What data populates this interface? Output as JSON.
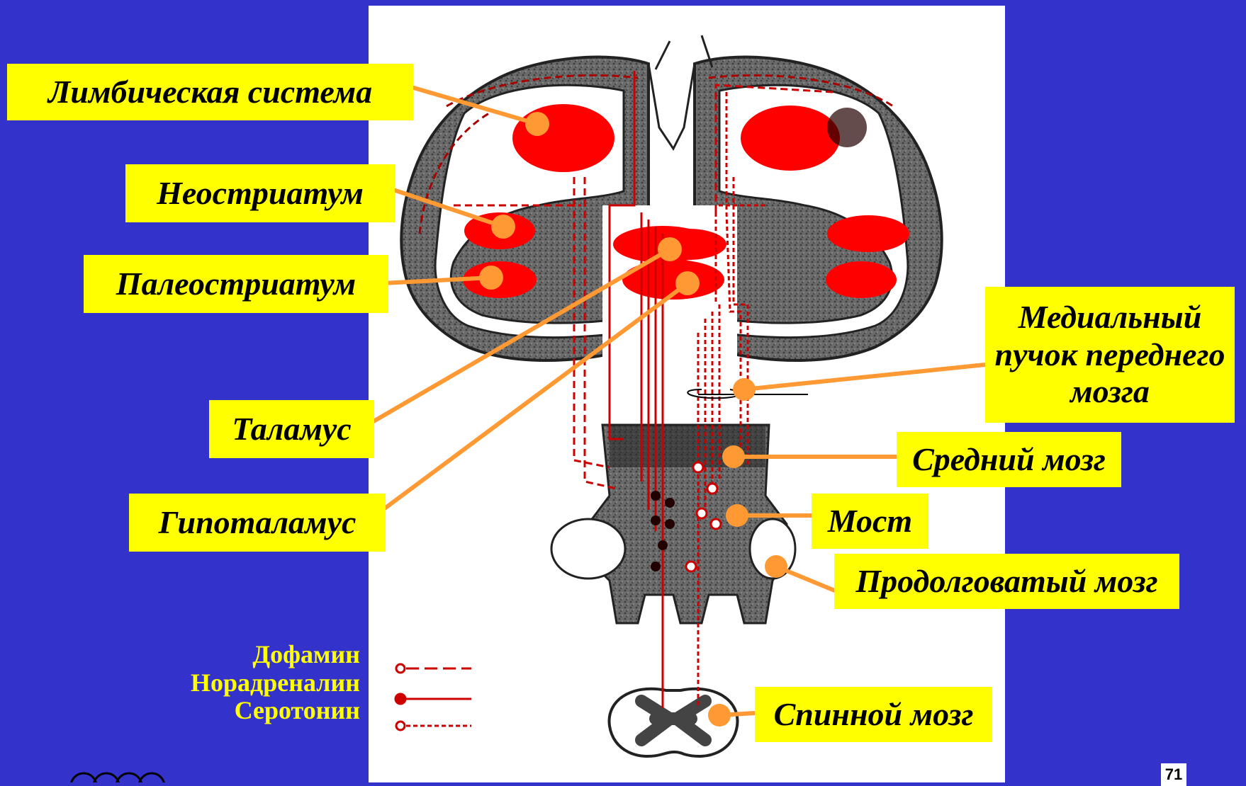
{
  "labels": {
    "limbic": "Лимбическая система",
    "neostriatum": "Неостриатум",
    "paleostriatum": "Палеостриатум",
    "thalamus": "Таламус",
    "hypothalamus": "Гипоталамус",
    "mfb_line1": "Медиальный",
    "mfb_line2": "пучок переднего",
    "mfb_line3": "мозга",
    "midbrain": "Средний мозг",
    "pons": "Мост",
    "medulla": "Продолговатый мозг",
    "spinal": "Спинной мозг"
  },
  "legend": {
    "dopamine": "Дофамин",
    "noradrenaline": "Норадреналин",
    "serotonin": "Серотонин"
  },
  "page_number": "71",
  "colors": {
    "background": "#3333cc",
    "label_bg": "#ffff00",
    "legend_text": "#ffff00",
    "leader_line": "#ff9933",
    "nucleus": "#ff0000",
    "tissue": "#555555"
  }
}
